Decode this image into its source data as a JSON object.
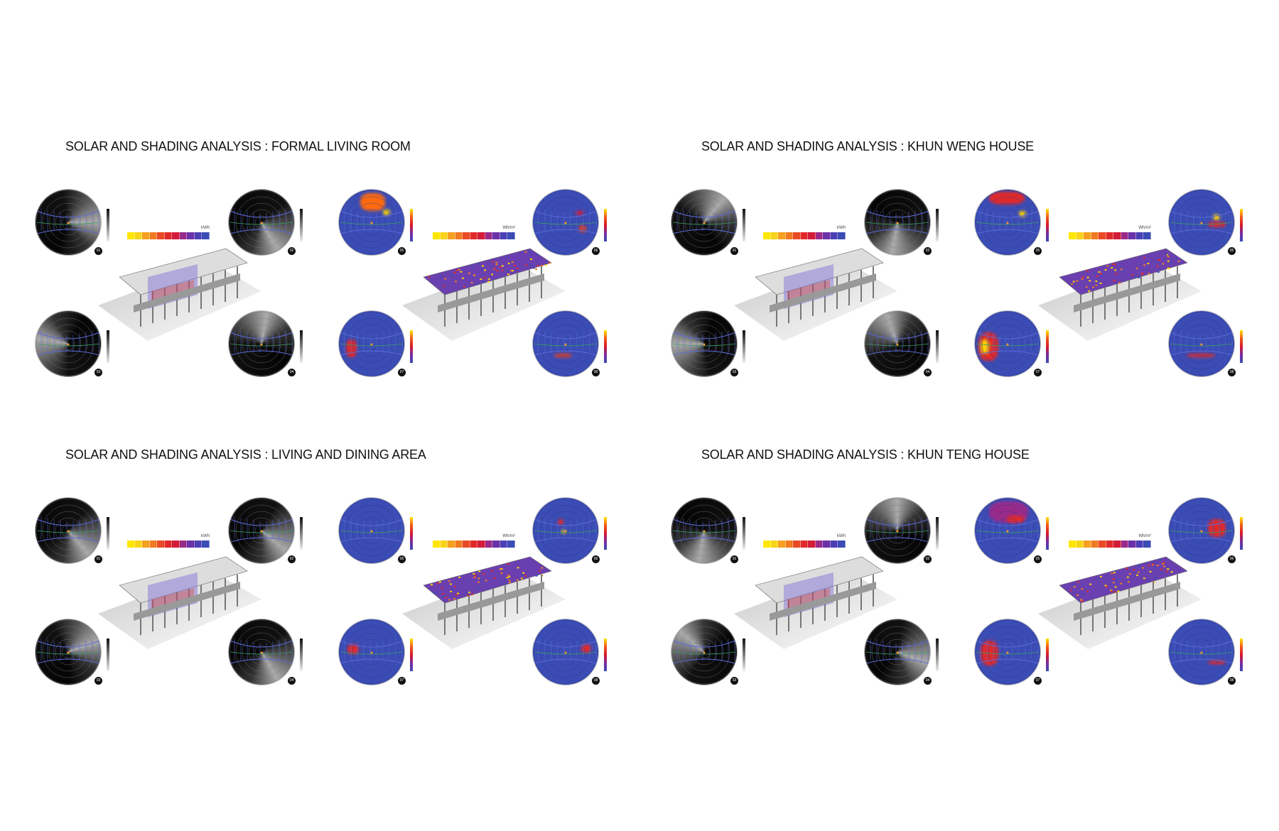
{
  "panels": [
    {
      "title": "SOLAR AND SHADING ANALYSIS : FORMAL LIVING ROOM",
      "building": "pavilion"
    },
    {
      "title": "SOLAR AND SHADING ANALYSIS : KHUN WENG HOUSE",
      "building": "house"
    },
    {
      "title": "SOLAR AND SHADING ANALYSIS : LIVING AND DINING AREA",
      "building": "long"
    },
    {
      "title": "SOLAR AND SHADING ANALYSIS : KHUN TENG HOUSE",
      "building": "house2"
    }
  ],
  "badges": [
    "01",
    "02",
    "03",
    "04",
    "05",
    "06",
    "07",
    "08"
  ],
  "legends": {
    "shadow_unit": "kWh",
    "radiation_unit": "Wh/m²"
  },
  "colors": {
    "radiation_low": "#3b4cb4",
    "mid": "#d61a2c",
    "high": "#ffe600",
    "legend": [
      "#ffe600",
      "#f7d31a",
      "#f5a020",
      "#f07a22",
      "#ea4a26",
      "#e02a2a",
      "#d21c3a",
      "#9a2a8a",
      "#6a32a8",
      "#4a40b4",
      "#3b4cb4"
    ]
  }
}
